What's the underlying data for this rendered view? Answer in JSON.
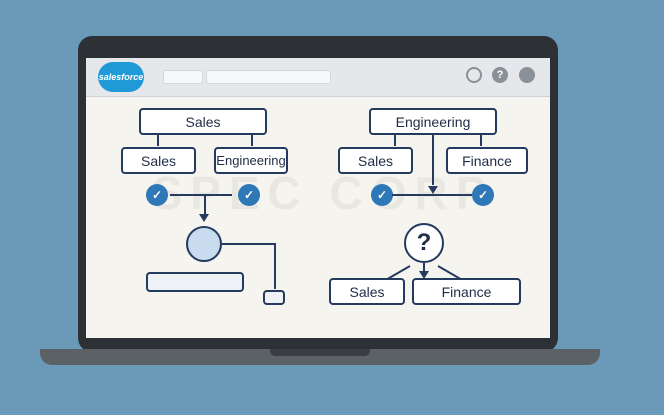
{
  "logo": {
    "text": "salesforce",
    "color": "#1f9ad6"
  },
  "watermark": "SPEC CORP",
  "topbar": {
    "icons": [
      "bell-icon",
      "help-icon",
      "user-icon"
    ],
    "help_text": "?"
  },
  "left_chart": {
    "root": "Sales",
    "children": [
      "Sales",
      "Engineering"
    ]
  },
  "right_chart": {
    "root": "Engineering",
    "children": [
      "Sales",
      "Finance"
    ],
    "bottom": [
      "Sales",
      "Finance"
    ],
    "question": "?"
  },
  "colors": {
    "background": "#6b9ab8",
    "accent": "#2f78b8",
    "line": "#243a5e"
  }
}
